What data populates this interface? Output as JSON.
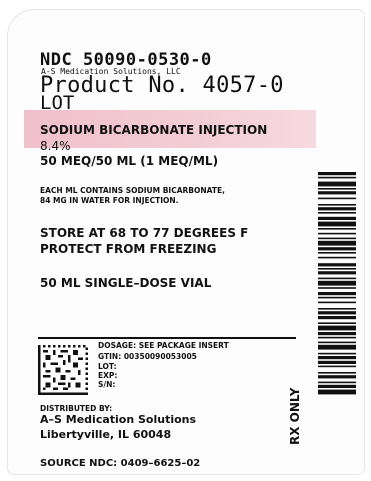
{
  "ndc": "NDC 50090-0530-0",
  "distributor_small": "A-S Medication Solutions, LLC",
  "product_no": "Product No. 4057-0",
  "lot_label": "LOT",
  "drug": {
    "name": "SODIUM BICARBONATE INJECTION",
    "strength_pct": "8.4%",
    "concentration": "50 MEQ/50 ML (1 MEQ/ML)"
  },
  "composition": {
    "line1": "EACH ML CONTAINS SODIUM BICARBONATE,",
    "line2": "84 MG IN WATER FOR INJECTION."
  },
  "storage": {
    "line1": "STORE AT 68 TO 77 DEGREES F",
    "line2": "PROTECT FROM FREEZING"
  },
  "vial": "50 ML SINGLE–DOSE VIAL",
  "dosage": "DOSAGE: SEE PACKAGE INSERT",
  "gtin": "GTIN:  00350090053005",
  "lot_field": "LOT:",
  "exp_field": "EXP:",
  "sn_field": "S/N:",
  "distributed": {
    "heading": "DISTRIBUTED BY:",
    "company": "A–S Medication Solutions",
    "city": "Libertyville, IL  60048"
  },
  "source_ndc": "SOURCE NDC: 0409–6625–02",
  "rx_only": "RX ONLY",
  "colors": {
    "highlight": "#f0c0cb",
    "ink": "#111111"
  }
}
